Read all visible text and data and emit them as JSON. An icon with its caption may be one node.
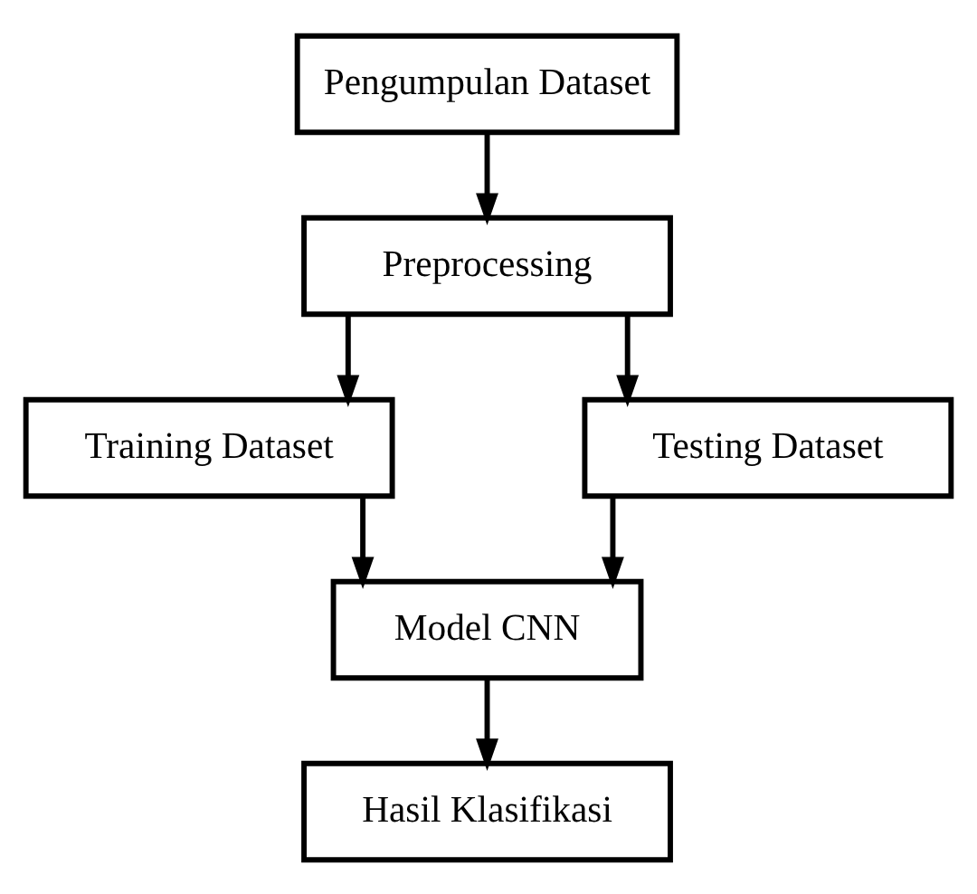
{
  "diagram": {
    "nodes": [
      {
        "text": [
          "Pengumpulan Dataset"
        ]
      },
      {
        "text": [
          "Preprocessing"
        ]
      },
      {
        "text": [
          "Training Dataset"
        ]
      },
      {
        "text": [
          "Testing Dataset"
        ]
      },
      {
        "text": [
          "Model CNN"
        ]
      },
      {
        "text": [
          "Hasil Klasifikasi"
        ]
      }
    ],
    "edges": [
      {
        "from": 0,
        "to": 1,
        "arrow": "to"
      },
      {
        "from": 1,
        "to": 2,
        "arrow": "to"
      },
      {
        "from": 1,
        "to": 3,
        "arrow": "to"
      },
      {
        "from": 2,
        "to": 4,
        "arrow": "to"
      },
      {
        "from": 3,
        "to": 4,
        "arrow": "to"
      },
      {
        "from": 4,
        "to": 5,
        "arrow": "to"
      }
    ]
  }
}
